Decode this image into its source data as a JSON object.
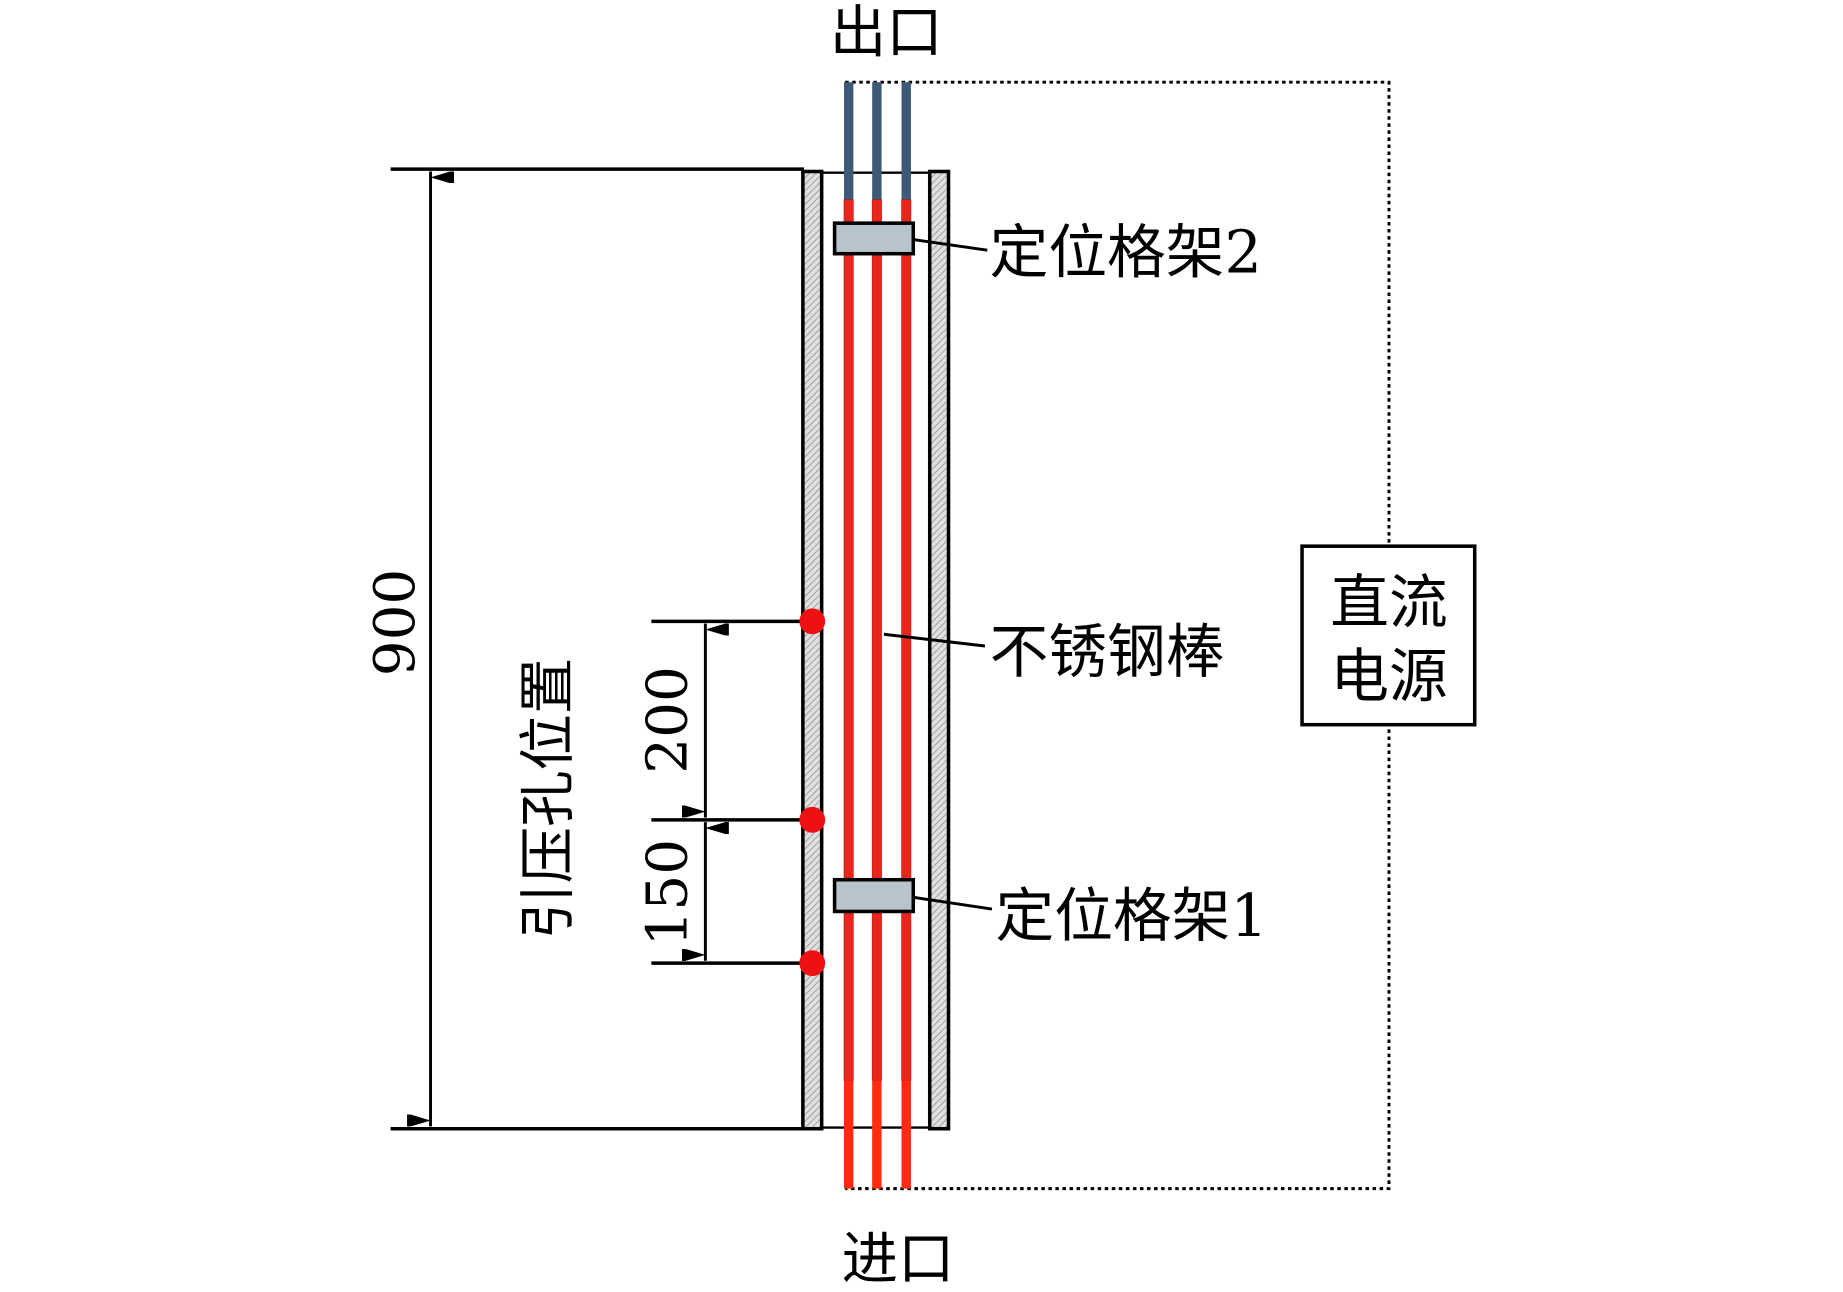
{
  "labels": {
    "outlet": "出口",
    "inlet": "进口",
    "spacer_grid_2": "定位格架2",
    "spacer_grid_1": "定位格架1",
    "stainless_rod": "不锈钢棒",
    "dc_power_line1": "直流",
    "dc_power_line2": "电源",
    "pressure_tap_position": "引压孔位置"
  },
  "dimensions": {
    "total_length": "900",
    "tap_spacing_upper": "200",
    "tap_spacing_lower": "150"
  },
  "colors": {
    "rod_red": "#e8261c",
    "rod_blue": "#3c5a78",
    "tap_dot": "#ee1111",
    "grid_fill": "#b8c4cc",
    "wall_fill": "#c8c8c8"
  }
}
